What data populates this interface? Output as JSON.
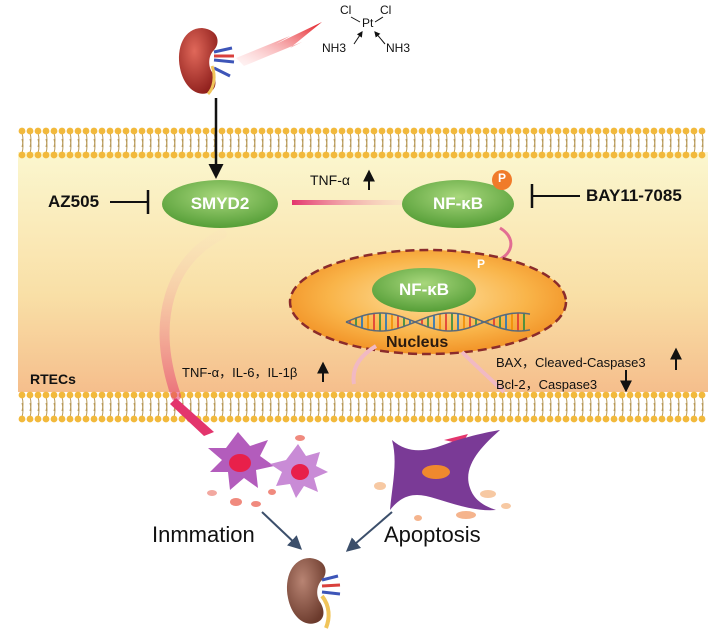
{
  "cisplatin": {
    "cl_left": "Cl",
    "cl_right": "Cl",
    "metal": "Pt",
    "nh3_left": "NH3",
    "nh3_right": "NH3"
  },
  "cell": {
    "label": "RTECs",
    "smyd2": "SMYD2",
    "nfkb_cyto": "NF-κB",
    "nfkb_nucleus": "NF-κB",
    "nucleus_label": "Nucleus",
    "phospho_mark": "P",
    "az505": "AZ505",
    "bay": "BAY11-7085",
    "tnf_alpha": "TNF-α",
    "cytokines": "TNF-α，IL-6，IL-1β",
    "bax": "BAX，Cleaved-Caspase3",
    "bcl2": "Bcl-2，Caspase3"
  },
  "outcomes": {
    "inflammation": "Inmmation",
    "apoptosis": "Apoptosis"
  },
  "colors": {
    "membrane_head": "#f2b93c",
    "cytoplasm_top": "#fbf5c6",
    "cytoplasm_bottom": "#f6c48f",
    "oval_green": "#6fb84a",
    "nucleus_orange": "#f7a531",
    "phospho": "#f07b2a",
    "inflam_purple": "#a04aa8",
    "apoptosis_purple": "#7a3a96"
  }
}
